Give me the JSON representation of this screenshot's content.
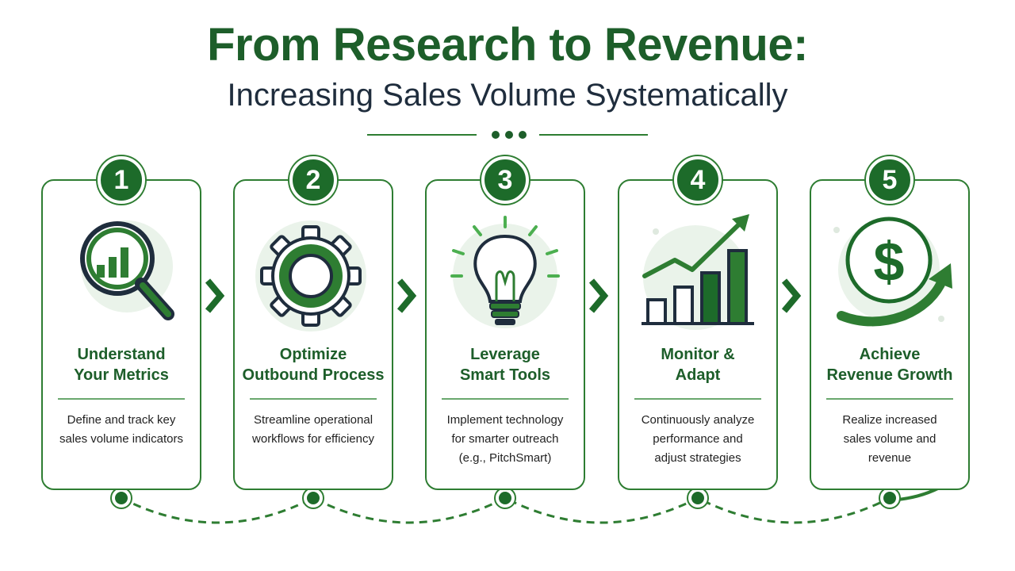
{
  "header": {
    "title": "From Research to Revenue:",
    "subtitle": "Increasing Sales Volume Systematically"
  },
  "colors": {
    "primary": "#1d6b2a",
    "accent": "#2e7d32",
    "light_bg": "#eaf3ea",
    "text_dark": "#1f2d3d"
  },
  "steps": [
    {
      "number": "1",
      "title_line1": "Understand",
      "title_line2": "Your Metrics",
      "desc_line1": "Define and track key",
      "desc_line2": "sales volume indicators",
      "desc_line3": "",
      "icon": "magnifier-bar-chart-icon"
    },
    {
      "number": "2",
      "title_line1": "Optimize",
      "title_line2": "Outbound Process",
      "desc_line1": "Streamline operational",
      "desc_line2": "workflows for efficiency",
      "desc_line3": "",
      "icon": "gear-icon"
    },
    {
      "number": "3",
      "title_line1": "Leverage",
      "title_line2": "Smart Tools",
      "desc_line1": "Implement technology",
      "desc_line2": "for smarter outreach",
      "desc_line3": "(e.g., PitchSmart)",
      "icon": "lightbulb-icon"
    },
    {
      "number": "4",
      "title_line1": "Monitor &",
      "title_line2": "Adapt",
      "desc_line1": "Continuously analyze",
      "desc_line2": "performance and",
      "desc_line3": "adjust strategies",
      "icon": "growth-chart-icon"
    },
    {
      "number": "5",
      "title_line1": "Achieve",
      "title_line2": "Revenue Growth",
      "desc_line1": "Realize increased",
      "desc_line2": "sales volume and",
      "desc_line3": "revenue",
      "icon": "dollar-growth-icon"
    }
  ]
}
